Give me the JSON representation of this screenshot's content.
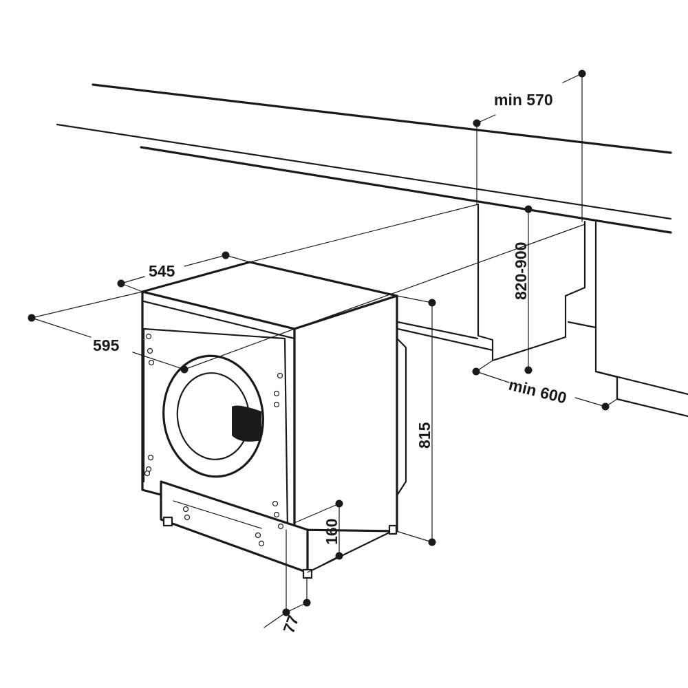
{
  "diagram": {
    "dimensions": {
      "top_clearance": "min 570",
      "depth": "545",
      "width": "595",
      "cabinet_height": "820-900",
      "niche_width": "min 600",
      "machine_height": "815",
      "plinth_height": "160",
      "foot_offset": "77"
    },
    "colors": {
      "line": "#1a1a1a",
      "background": "#ffffff",
      "handle": "#1a1a1a"
    }
  }
}
